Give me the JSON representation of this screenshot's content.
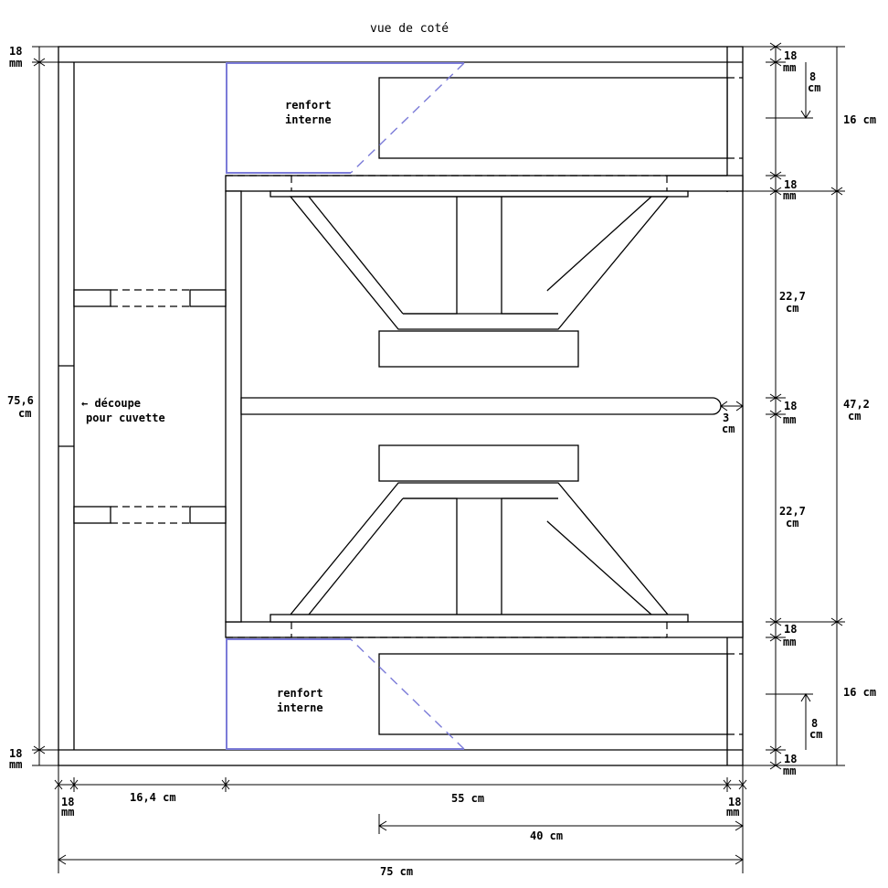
{
  "title": "vue de coté",
  "labels": {
    "renfort_top_1": "renfort",
    "renfort_top_2": "interne",
    "renfort_bottom_1": "renfort",
    "renfort_bottom_2": "interne",
    "decoupe_1": "← découpe",
    "decoupe_2": "pour cuvette"
  },
  "dimensions": {
    "top_left_18_a": "18",
    "top_left_18_b": "mm",
    "height_total_a": "75,6",
    "height_total_b": "cm",
    "bottom_left_18_a": "18",
    "bottom_left_18_b": "mm",
    "r1_18_a": "18",
    "r1_18_b": "mm",
    "r1_8_a": "8",
    "r1_8_b": "cm",
    "r1_16": "16 cm",
    "r2_18_a": "18",
    "r2_18_b": "mm",
    "r2_227_a": "22,7",
    "r2_227_b": "cm",
    "r3_18_a": "18",
    "r3_18_b": "mm",
    "r3_3_a": "3",
    "r3_3_b": "cm",
    "r_472_a": "47,2",
    "r_472_b": "cm",
    "r4_227_a": "22,7",
    "r4_227_b": "cm",
    "r5_18_a": "18",
    "r5_18_b": "mm",
    "r5_16": "16 cm",
    "r5_8_a": "8",
    "r5_8_b": "cm",
    "r6_18_a": "18",
    "r6_18_b": "mm",
    "b_18_left_a": "18",
    "b_18_left_b": "mm",
    "b_164": "16,4 cm",
    "b_55": "55 cm",
    "b_18_right_a": "18",
    "b_18_right_b": "mm",
    "b_40": "40 cm",
    "b_75": "75 cm"
  }
}
